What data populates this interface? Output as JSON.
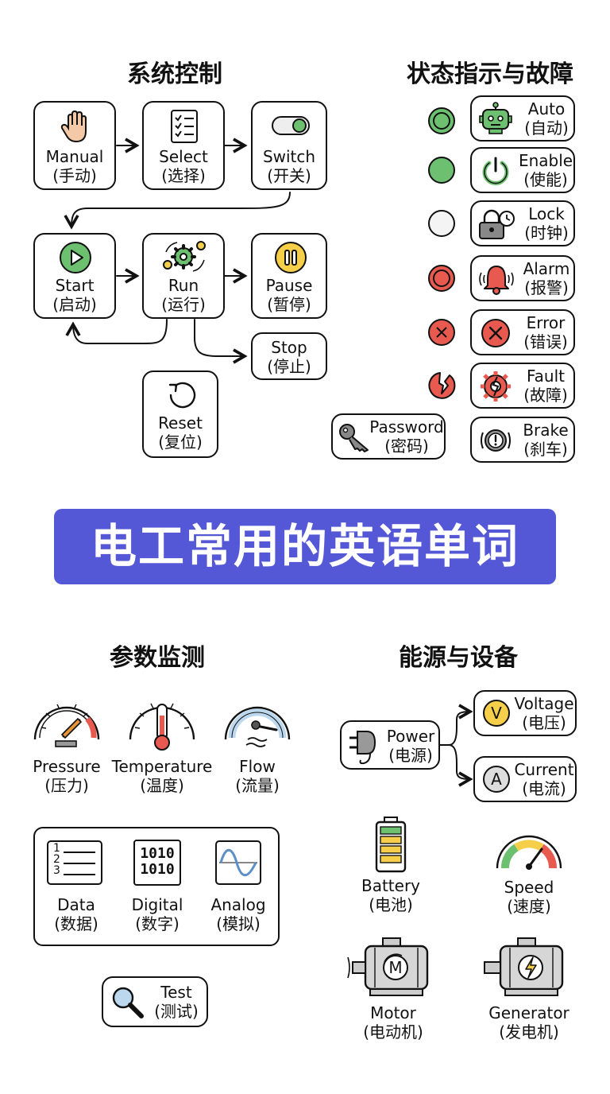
{
  "sections": {
    "control": "系统控制",
    "status": "状态指示与故障",
    "params": "参数监测",
    "energy": "能源与设备"
  },
  "banner": "电工常用的英语单词",
  "control": {
    "manual": {
      "en": "Manual",
      "zh": "(手动)"
    },
    "select": {
      "en": "Select",
      "zh": "(选择)"
    },
    "switch": {
      "en": "Switch",
      "zh": "(开关)"
    },
    "start": {
      "en": "Start",
      "zh": "(启动)"
    },
    "run": {
      "en": "Run",
      "zh": "(运行)"
    },
    "pause": {
      "en": "Pause",
      "zh": "(暂停)"
    },
    "stop": {
      "en": "Stop",
      "zh": "(停止)"
    },
    "reset": {
      "en": "Reset",
      "zh": "(复位)"
    }
  },
  "status": {
    "auto": {
      "en": "Auto",
      "zh": "(自动)"
    },
    "enable": {
      "en": "Enable",
      "zh": "(使能)"
    },
    "lock": {
      "en": "Lock",
      "zh": "(时钟)"
    },
    "alarm": {
      "en": "Alarm",
      "zh": "(报警)"
    },
    "error": {
      "en": "Error",
      "zh": "(错误)"
    },
    "fault": {
      "en": "Fault",
      "zh": "(故障)"
    },
    "brake": {
      "en": "Brake",
      "zh": "(刹车)"
    },
    "password": {
      "en": "Password",
      "zh": "(密码)"
    }
  },
  "params": {
    "pressure": {
      "en": "Pressure",
      "zh": "(压力)"
    },
    "temperature": {
      "en": "Temperature",
      "zh": "(温度)"
    },
    "flow": {
      "en": "Flow",
      "zh": "(流量)"
    },
    "data": {
      "en": "Data",
      "zh": "(数据)",
      "lines": [
        "1",
        "2",
        "3"
      ]
    },
    "digital": {
      "en": "Digital",
      "zh": "(数字)",
      "rows": [
        "1010",
        "1010"
      ]
    },
    "analog": {
      "en": "Analog",
      "zh": "(模拟)"
    },
    "test": {
      "en": "Test",
      "zh": "(测试)"
    }
  },
  "energy": {
    "power": {
      "en": "Power",
      "zh": "(电源)"
    },
    "voltage": {
      "en": "Voltage",
      "zh": "(电压)",
      "symbol": "V"
    },
    "current": {
      "en": "Current",
      "zh": "(电流)",
      "symbol": "A"
    },
    "battery": {
      "en": "Battery",
      "zh": "(电池)"
    },
    "speed": {
      "en": "Speed",
      "zh": "(速度)"
    },
    "motor": {
      "en": "Motor",
      "zh": "(电动机)",
      "symbol": "M"
    },
    "generator": {
      "en": "Generator",
      "zh": "(发电机)"
    }
  },
  "colors": {
    "banner": "#5558d6",
    "green": "#6cc070",
    "red": "#e85a4f",
    "yellow": "#f5cf4a",
    "gauge_blue": "#bcd8ee"
  }
}
